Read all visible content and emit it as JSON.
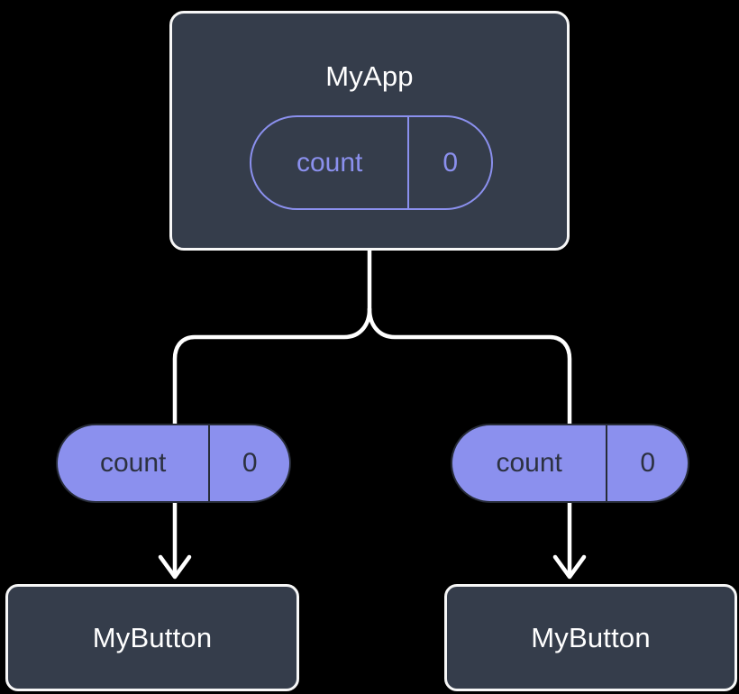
{
  "diagram": {
    "title": "MyApp component tree with count state passed as props to MyButton children",
    "background_color": "#000000",
    "colors": {
      "box_fill": "#353d4b",
      "box_border": "#f7f7f7",
      "box_text": "#ffffff",
      "state_accent": "#8b90ee",
      "prop_fill": "#8b90ee",
      "prop_text": "#2c3140",
      "prop_border": "#272c38",
      "edge_stroke": "#ffffff"
    }
  },
  "root": {
    "name": "root-component",
    "title": "MyApp",
    "state": {
      "key": "count",
      "value": "0"
    }
  },
  "branches": [
    {
      "name": "left-branch",
      "prop": {
        "key": "count",
        "value": "0"
      },
      "child": {
        "title": "MyButton"
      }
    },
    {
      "name": "right-branch",
      "prop": {
        "key": "count",
        "value": "0"
      },
      "child": {
        "title": "MyButton"
      }
    }
  ]
}
